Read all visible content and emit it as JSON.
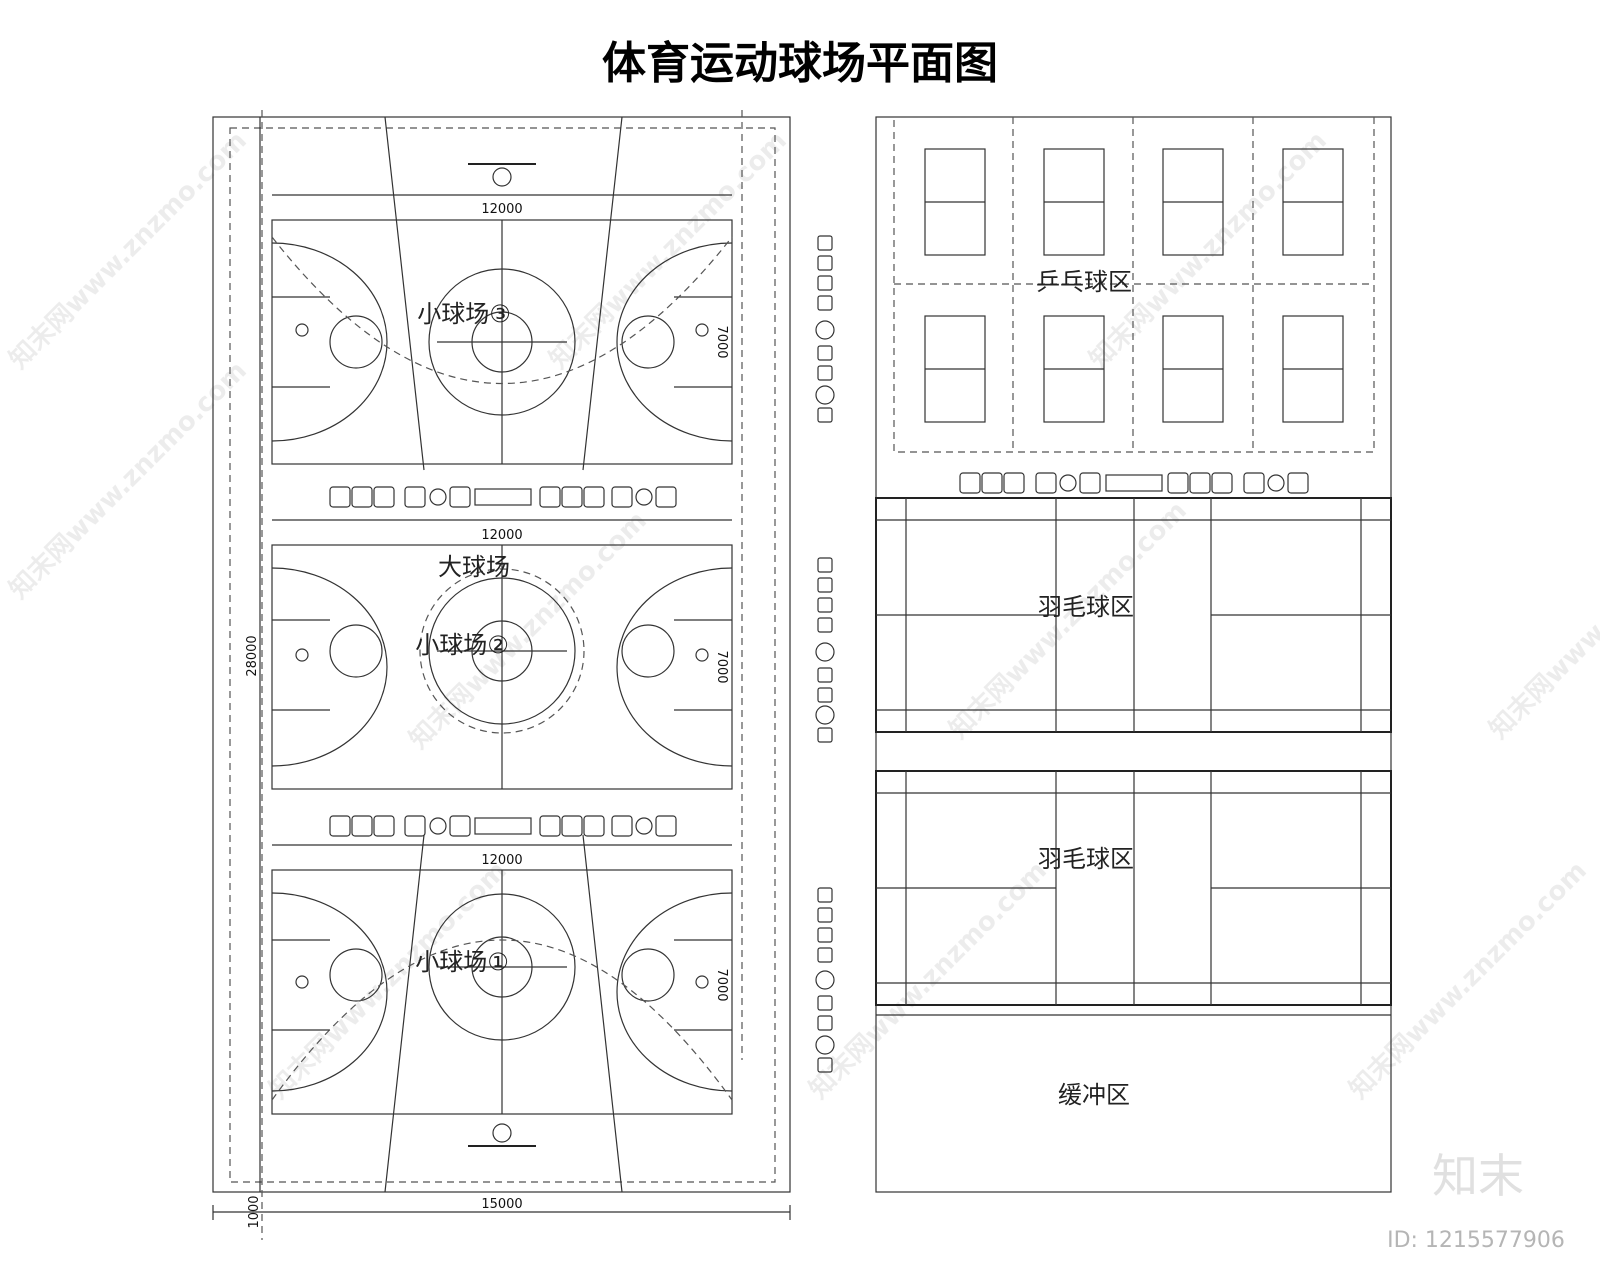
{
  "title": "体育运动球场平面图",
  "zones": {
    "court_small_3": "小球场③",
    "court_big": "大球场",
    "court_small_2": "小球场②",
    "court_small_1": "小球场①",
    "table_tennis": "乒乓球区",
    "badminton_1": "羽毛球区",
    "badminton_2": "羽毛球区",
    "buffer": "缓冲区"
  },
  "dimensions": {
    "court_width_1": "12000",
    "court_width_2": "12000",
    "court_width_3": "12000",
    "court_depth_1": "7000",
    "court_depth_2": "7000",
    "court_depth_3": "7000",
    "total_length": "28000",
    "total_width": "15000",
    "margin": "1000"
  },
  "watermark": {
    "text": "知末网www.znzmo.com",
    "logo": "知末",
    "id": "ID: 1215577906"
  },
  "colors": {
    "line": "#333333",
    "background": "#ffffff"
  }
}
